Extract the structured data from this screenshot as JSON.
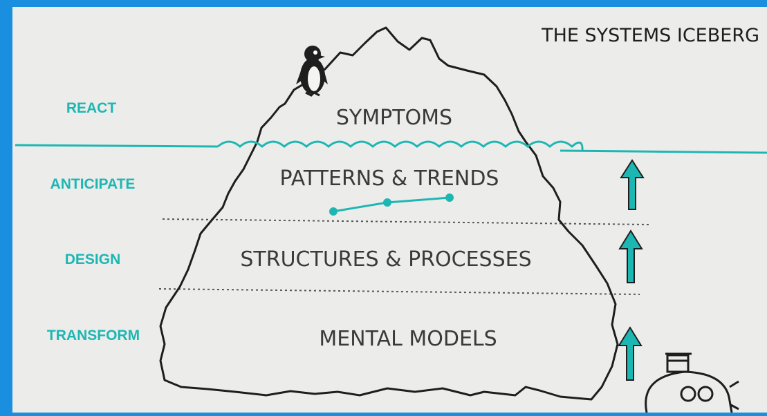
{
  "title": "THE SYSTEMS ICEBERG",
  "levels": [
    {
      "action": "REACT",
      "layer": "SYMPTOMS"
    },
    {
      "action": "ANTICIPATE",
      "layer": "PATTERNS & TRENDS"
    },
    {
      "action": "DESIGN",
      "layer": "STRUCTURES & PROCESSES"
    },
    {
      "action": "TRANSFORM",
      "layer": "MENTAL MODELS"
    }
  ],
  "colors": {
    "frame": "#1a8fe0",
    "screen": "#ececea",
    "accent": "#1db7b3",
    "ink": "#1e1e1e",
    "text": "#3a3a3a"
  },
  "icons": {
    "penguin": "penguin-icon",
    "submarine": "submarine-icon",
    "arrows": "up-arrow-icon"
  }
}
